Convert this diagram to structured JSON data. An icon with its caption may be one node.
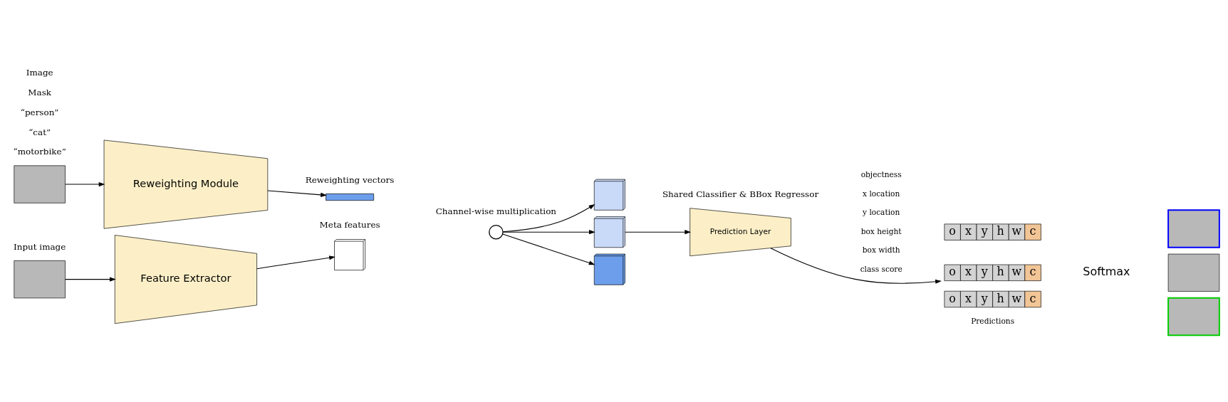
{
  "diagram": {
    "nodes": [
      {
        "text": [],
        "shape": "box",
        "beside": [
          "Input image"
        ]
      },
      {
        "text": [],
        "shape": "box",
        "beside": [
          "Image",
          "Mask",
          "“person”",
          "“cat”",
          "“motorbike”"
        ]
      },
      {
        "text": [
          "Feature Extractor"
        ]
      },
      {
        "text": [
          "Reweighting Module"
        ]
      },
      {
        "text": [],
        "shape": "box",
        "beside": [
          "Meta features"
        ]
      },
      {
        "text": [],
        "shape": "bar",
        "beside": [
          "Reweighting vectors"
        ]
      },
      {
        "text": [],
        "shape": "circle",
        "beside": [
          "Channel-wise multiplication"
        ]
      },
      {
        "text": [],
        "shape": "box"
      },
      {
        "text": [],
        "shape": "box"
      },
      {
        "text": [],
        "shape": "box"
      },
      {
        "text": [
          "Prediction Layer"
        ],
        "beside": [
          "Shared Classifier & BBox Regressor"
        ]
      },
      {
        "text": [
          "o",
          "x",
          "y",
          "h",
          "w",
          "c"
        ]
      },
      {
        "text": [
          "o",
          "x",
          "y",
          "h",
          "w",
          "c"
        ]
      },
      {
        "text": [
          "o",
          "x",
          "y",
          "h",
          "w",
          "c"
        ]
      },
      {
        "text": [],
        "shape": "box"
      },
      {
        "text": [],
        "shape": "box"
      },
      {
        "text": [],
        "shape": "box"
      }
    ],
    "edges": [
      {
        "from": 0,
        "to": 2,
        "arrow": "to"
      },
      {
        "from": 2,
        "to": 4,
        "arrow": "to"
      },
      {
        "from": 1,
        "to": 3,
        "arrow": "to"
      },
      {
        "from": 3,
        "to": 5,
        "arrow": "to"
      },
      {
        "from": 6,
        "to": 7,
        "arrow": "to"
      },
      {
        "from": 6,
        "to": 8,
        "arrow": "to"
      },
      {
        "from": 6,
        "to": 9,
        "arrow": "to"
      },
      {
        "from": 8,
        "to": 10,
        "arrow": "to"
      },
      {
        "from": 10,
        "to": 12,
        "arrow": "to"
      }
    ],
    "labels": [
      "objectness",
      "x location",
      "y location",
      "box height",
      "box width",
      "class score",
      "Softmax",
      "Predictions"
    ]
  }
}
